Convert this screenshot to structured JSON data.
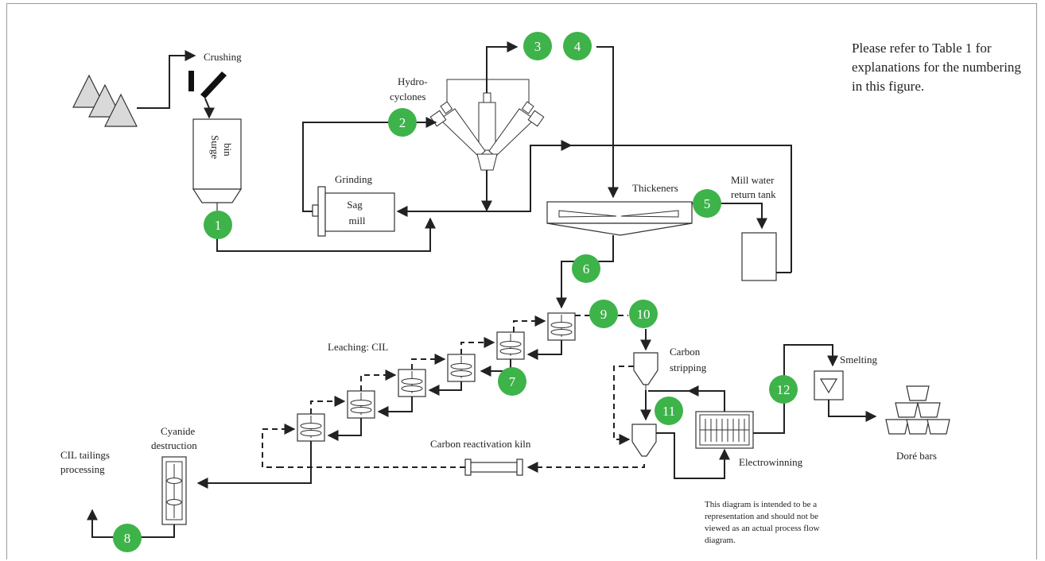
{
  "labels": {
    "crushing": "Crushing",
    "surge_bin_line1": "Surge",
    "surge_bin_line2": "bin",
    "hydro_line1": "Hydro-",
    "hydro_line2": "cyclones",
    "grinding": "Grinding",
    "sag_line1": "Sag",
    "sag_line2": "mill",
    "thickeners": "Thickeners",
    "mill_water_line1": "Mill water",
    "mill_water_line2": "return tank",
    "leaching": "Leaching: CIL",
    "carbon_stripping_line1": "Carbon",
    "carbon_stripping_line2": "stripping",
    "smelting": "Smelting",
    "dore_bars": "Doré bars",
    "electrowinning": "Electrowinning",
    "carbon_reactivation": "Carbon reactivation kiln",
    "cyanide_line1": "Cyanide",
    "cyanide_line2": "destruction",
    "cil_tail_line1": "CIL tailings",
    "cil_tail_line2": "processing"
  },
  "note_top": {
    "line1": "Please refer to Table 1 for",
    "line2": "explanations for the numbering",
    "line3": "in this figure."
  },
  "note_bottom": {
    "line1": "This diagram is intended to be a",
    "line2": "representation and should not be",
    "line3": "viewed as an actual process flow",
    "line4": "diagram."
  },
  "nodes": [
    "1",
    "2",
    "3",
    "4",
    "5",
    "6",
    "7",
    "8",
    "9",
    "10",
    "11",
    "12"
  ],
  "colors": {
    "node_fill": "#3db34a",
    "line": "#222222",
    "equipment_fill": "#d9d9d9"
  }
}
